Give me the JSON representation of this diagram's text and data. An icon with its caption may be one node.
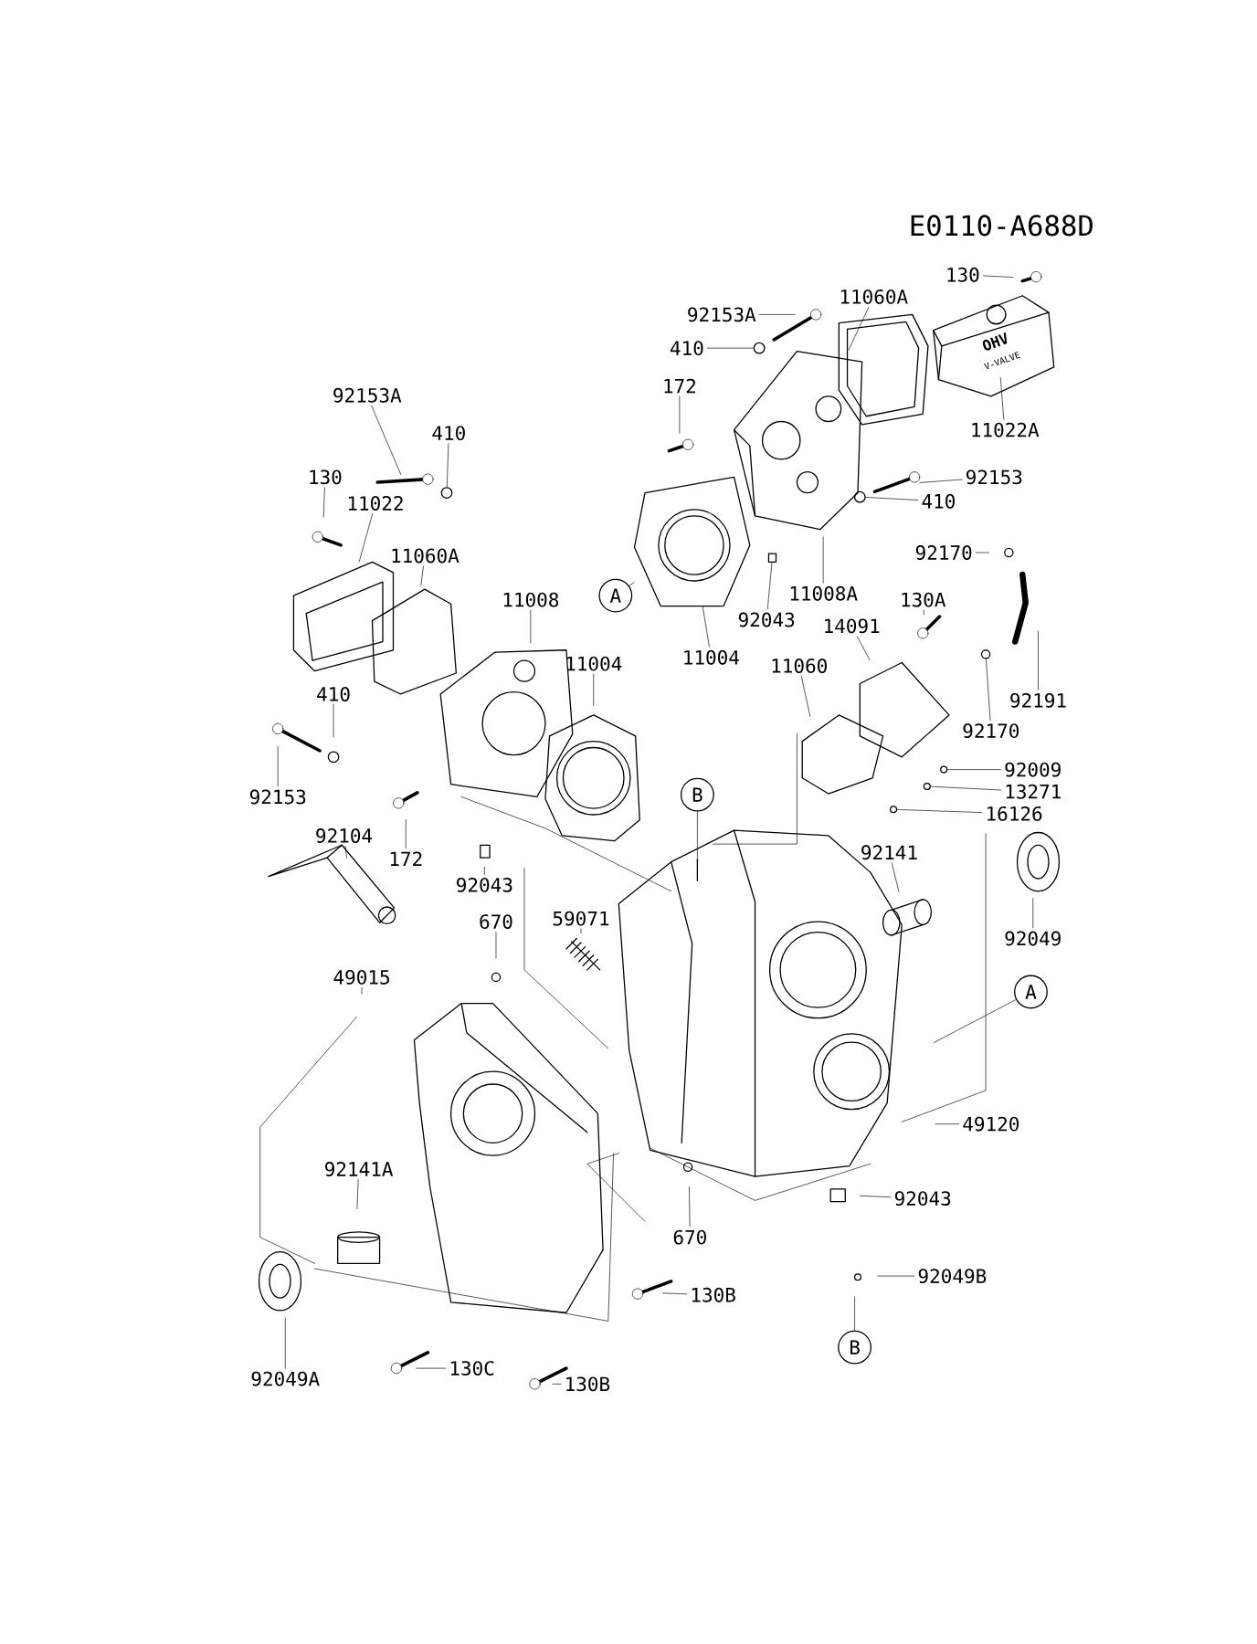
{
  "diagram": {
    "title": "E0110-A688D",
    "nodes": [
      {
        "text": [
          "130"
        ]
      },
      {
        "text": [
          "11060A"
        ]
      },
      {
        "text": [
          "92153A"
        ]
      },
      {
        "text": [
          "410"
        ]
      },
      {
        "text": [
          "172"
        ]
      },
      {
        "text": [
          "11022A"
        ]
      },
      {
        "text": [
          "92153"
        ]
      },
      {
        "text": [
          "410"
        ]
      },
      {
        "text": [
          "92153A"
        ]
      },
      {
        "text": [
          "410"
        ]
      },
      {
        "text": [
          "130"
        ]
      },
      {
        "text": [
          "11022"
        ]
      },
      {
        "text": [
          "11060A"
        ]
      },
      {
        "text": [
          "92170"
        ]
      },
      {
        "text": [
          "11008"
        ]
      },
      {
        "text": [
          "A"
        ]
      },
      {
        "text": [
          "130A"
        ]
      },
      {
        "text": [
          "11008A"
        ]
      },
      {
        "text": [
          "92043"
        ]
      },
      {
        "text": [
          "14091"
        ]
      },
      {
        "text": [
          "11004"
        ]
      },
      {
        "text": [
          "11004"
        ]
      },
      {
        "text": [
          "11060"
        ]
      },
      {
        "text": [
          "410"
        ]
      },
      {
        "text": [
          "92191"
        ]
      },
      {
        "text": [
          "92170"
        ]
      },
      {
        "text": [
          "92009"
        ]
      },
      {
        "text": [
          "B"
        ]
      },
      {
        "text": [
          "13271"
        ]
      },
      {
        "text": [
          "92153"
        ]
      },
      {
        "text": [
          "16126"
        ]
      },
      {
        "text": [
          "92104"
        ]
      },
      {
        "text": [
          "92141"
        ]
      },
      {
        "text": [
          "172"
        ]
      },
      {
        "text": [
          "92043"
        ]
      },
      {
        "text": [
          "59071"
        ]
      },
      {
        "text": [
          "670"
        ]
      },
      {
        "text": [
          "92049"
        ]
      },
      {
        "text": [
          "49015"
        ]
      },
      {
        "text": [
          "A"
        ]
      },
      {
        "text": [
          "49120"
        ]
      },
      {
        "text": [
          "92141A"
        ]
      },
      {
        "text": [
          "92043"
        ]
      },
      {
        "text": [
          "670"
        ]
      },
      {
        "text": [
          "130B"
        ]
      },
      {
        "text": [
          "92049B"
        ]
      },
      {
        "text": [
          "B"
        ]
      },
      {
        "text": [
          "92049A"
        ]
      },
      {
        "text": [
          "130C"
        ]
      },
      {
        "text": [
          "130B"
        ]
      },
      {
        "text": [],
        "shape": "circle"
      },
      {
        "text": [
          "OHV",
          "V-VALVE"
        ]
      },
      {
        "text": [],
        "shape": "picture"
      },
      {
        "text": [],
        "shape": "picture"
      },
      {
        "text": [],
        "shape": "picture"
      },
      {
        "text": [],
        "shape": "box"
      },
      {
        "text": [],
        "shape": "picture"
      },
      {
        "text": [],
        "shape": "circle"
      },
      {
        "text": [],
        "shape": "circle"
      },
      {
        "text": [],
        "shape": "circle"
      },
      {
        "text": [],
        "shape": "circle"
      },
      {
        "text": [],
        "shape": "circle"
      },
      {
        "text": [],
        "shape": "circle"
      }
    ],
    "edges": [
      {
        "from": 0,
        "to": null,
        "arrow": "none"
      },
      {
        "from": 1,
        "to": null,
        "arrow": "none"
      },
      {
        "from": 2,
        "to": null,
        "arrow": "none"
      },
      {
        "from": 3,
        "to": 50,
        "arrow": "none"
      },
      {
        "from": 4,
        "to": null,
        "arrow": "none"
      },
      {
        "from": 5,
        "to": 51,
        "arrow": "none"
      },
      {
        "from": 6,
        "to": 52,
        "arrow": "none"
      },
      {
        "from": 7,
        "to": 60,
        "arrow": "none"
      },
      {
        "from": 8,
        "to": 53,
        "arrow": "none"
      },
      {
        "from": 9,
        "to": 61,
        "arrow": "none"
      },
      {
        "from": 10,
        "to": null,
        "arrow": "none"
      },
      {
        "from": 11,
        "to": 54,
        "arrow": "none"
      },
      {
        "from": 12,
        "to": null,
        "arrow": "none"
      },
      {
        "from": 13,
        "to": null,
        "arrow": "none"
      },
      {
        "from": 14,
        "to": null,
        "arrow": "none"
      },
      {
        "from": 15,
        "to": 56,
        "arrow": "none"
      },
      {
        "from": 16,
        "to": null,
        "arrow": "none"
      },
      {
        "from": 17,
        "to": null,
        "arrow": "none"
      },
      {
        "from": 18,
        "to": 55,
        "arrow": "none"
      },
      {
        "from": 19,
        "to": null,
        "arrow": "none"
      },
      {
        "from": 20,
        "to": 56,
        "arrow": "none"
      },
      {
        "from": 21,
        "to": null,
        "arrow": "none"
      },
      {
        "from": 22,
        "to": null,
        "arrow": "none"
      },
      {
        "from": 23,
        "to": null,
        "arrow": "none"
      },
      {
        "from": 24,
        "to": null,
        "arrow": "none"
      },
      {
        "from": 25,
        "to": 57,
        "arrow": "none"
      },
      {
        "from": 26,
        "to": 58,
        "arrow": "none"
      },
      {
        "from": 27,
        "to": null,
        "arrow": "none"
      },
      {
        "from": 28,
        "to": 62,
        "arrow": "none"
      },
      {
        "from": 29,
        "to": null,
        "arrow": "none"
      },
      {
        "from": 30,
        "to": 59,
        "arrow": "none"
      },
      {
        "from": 31,
        "to": null,
        "arrow": "none"
      },
      {
        "from": 32,
        "to": null,
        "arrow": "none"
      },
      {
        "from": 33,
        "to": null,
        "arrow": "none"
      },
      {
        "from": 34,
        "to": null,
        "arrow": "none"
      },
      {
        "from": 35,
        "to": null,
        "arrow": "none"
      },
      {
        "from": 36,
        "to": null,
        "arrow": "none"
      },
      {
        "from": 37,
        "to": null,
        "arrow": "none"
      },
      {
        "from": 38,
        "to": null,
        "arrow": "none"
      },
      {
        "from": 39,
        "to": null,
        "arrow": "none"
      },
      {
        "from": 40,
        "to": null,
        "arrow": "none"
      },
      {
        "from": 41,
        "to": null,
        "arrow": "none"
      },
      {
        "from": 42,
        "to": null,
        "arrow": "none"
      },
      {
        "from": 43,
        "to": null,
        "arrow": "none"
      },
      {
        "from": 44,
        "to": null,
        "arrow": "none"
      },
      {
        "from": 45,
        "to": null,
        "arrow": "none"
      },
      {
        "from": 46,
        "to": null,
        "arrow": "none"
      },
      {
        "from": 47,
        "to": null,
        "arrow": "none"
      },
      {
        "from": 48,
        "to": null,
        "arrow": "none"
      },
      {
        "from": 49,
        "to": null,
        "arrow": "none"
      }
    ]
  }
}
